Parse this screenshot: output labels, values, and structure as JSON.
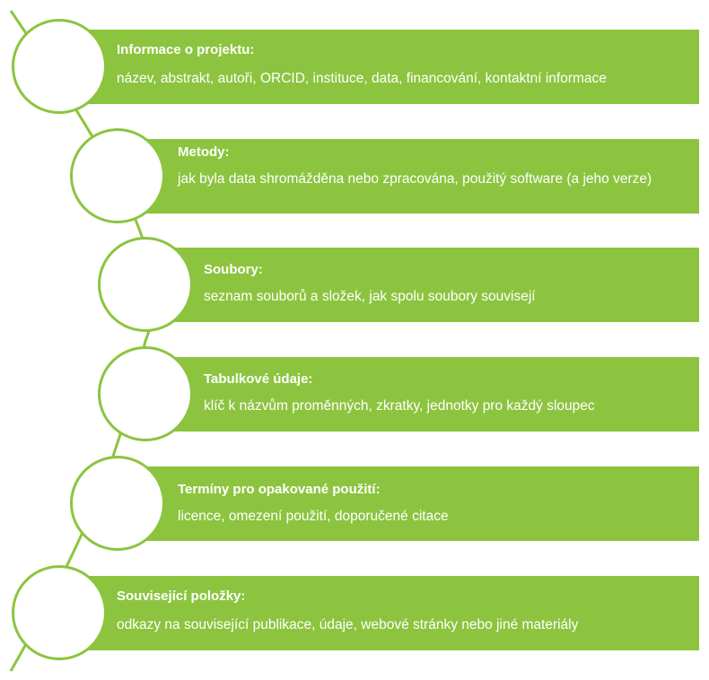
{
  "colors": {
    "accent": "#8cc43f",
    "text_on_accent": "#ffffff",
    "node_fill": "#ffffff"
  },
  "items": [
    {
      "title": "Informace o projektu:",
      "description": "název, abstrakt, autoři, ORCID, instituce, data, financování, kontaktní informace"
    },
    {
      "title": "Metody:",
      "description": "jak byla data shromážděna nebo zpracována, použitý software (a jeho verze)"
    },
    {
      "title": "Soubory:",
      "description": "seznam souborů a složek, jak spolu soubory souvisejí"
    },
    {
      "title": "Tabulkové údaje:",
      "description": "klíč k názvům proměnných, zkratky, jednotky pro každý sloupec"
    },
    {
      "title": "Termíny pro opakované použití:",
      "description": "licence, omezení použití, doporučené citace"
    },
    {
      "title": "Související položky:",
      "description": "odkazy na související publikace, údaje, webové stránky nebo jiné materiály"
    }
  ]
}
